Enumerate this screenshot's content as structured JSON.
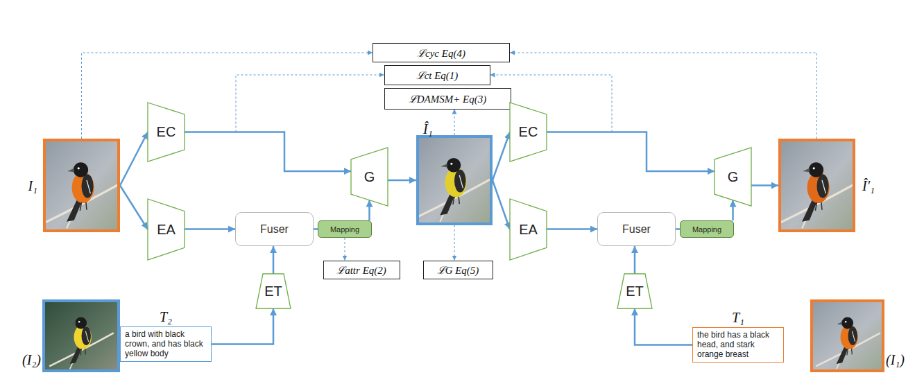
{
  "diagram": {
    "nodes": [
      {
        "text": [
          "ℒcyc Eq(4)"
        ]
      },
      {
        "text": [
          "ℒct Eq(1)"
        ]
      },
      {
        "text": [
          "ℒDAMSM+ Eq(3)"
        ]
      },
      {
        "text": [
          "I₁"
        ]
      },
      {
        "text": [
          "EC"
        ]
      },
      {
        "text": [
          "EA"
        ]
      },
      {
        "text": [
          "Fuser"
        ]
      },
      {
        "text": [
          "Mapping"
        ]
      },
      {
        "text": [
          "G"
        ]
      },
      {
        "text": [
          "Î₁"
        ]
      },
      {
        "text": [
          "ℒattr Eq(2)"
        ]
      },
      {
        "text": [
          "ℒG Eq(5)"
        ]
      },
      {
        "text": [
          "ET"
        ]
      },
      {
        "text": [
          "(I₂)"
        ]
      },
      {
        "text": [
          "T₂",
          "a bird with black crown, and has black yellow body"
        ]
      },
      {
        "text": [
          "EC"
        ]
      },
      {
        "text": [
          "EA"
        ]
      },
      {
        "text": [
          "Fuser"
        ]
      },
      {
        "text": [
          "Mapping"
        ]
      },
      {
        "text": [
          "G"
        ]
      },
      {
        "text": [
          "Î′₁"
        ]
      },
      {
        "text": [
          "ET"
        ]
      },
      {
        "text": [
          "T₁",
          "the bird has a black head, and stark orange breast"
        ]
      },
      {
        "text": [
          "(I₁)"
        ]
      }
    ],
    "edges": [
      {
        "from": 3,
        "to": 4,
        "arrow": "to"
      },
      {
        "from": 3,
        "to": 5,
        "arrow": "to"
      },
      {
        "from": 4,
        "to": 8,
        "arrow": "to"
      },
      {
        "from": 5,
        "to": 6,
        "arrow": "to"
      },
      {
        "from": 12,
        "to": 6,
        "arrow": "to"
      },
      {
        "from": 14,
        "to": 12,
        "arrow": "to"
      },
      {
        "from": 6,
        "to": 7,
        "arrow": "none"
      },
      {
        "from": 7,
        "to": 8,
        "arrow": "to"
      },
      {
        "from": 8,
        "to": 9,
        "arrow": "to"
      },
      {
        "from": 9,
        "to": 15,
        "arrow": "to"
      },
      {
        "from": 9,
        "to": 16,
        "arrow": "to"
      },
      {
        "from": 15,
        "to": 19,
        "arrow": "to"
      },
      {
        "from": 16,
        "to": 17,
        "arrow": "to"
      },
      {
        "from": 21,
        "to": 17,
        "arrow": "to"
      },
      {
        "from": 22,
        "to": 21,
        "arrow": "to"
      },
      {
        "from": 17,
        "to": 18,
        "arrow": "none"
      },
      {
        "from": 18,
        "to": 19,
        "arrow": "to"
      },
      {
        "from": 19,
        "to": 20,
        "arrow": "to"
      },
      {
        "from": 3,
        "to": 0,
        "arrow": "to"
      },
      {
        "from": 20,
        "to": 0,
        "arrow": "to"
      },
      {
        "from": 4,
        "to": 1,
        "arrow": "to"
      },
      {
        "from": 15,
        "to": 1,
        "arrow": "to"
      },
      {
        "from": 9,
        "to": 2,
        "arrow": "to"
      },
      {
        "from": 7,
        "to": 10,
        "arrow": "to"
      },
      {
        "from": 9,
        "to": 11,
        "arrow": "to"
      }
    ]
  }
}
